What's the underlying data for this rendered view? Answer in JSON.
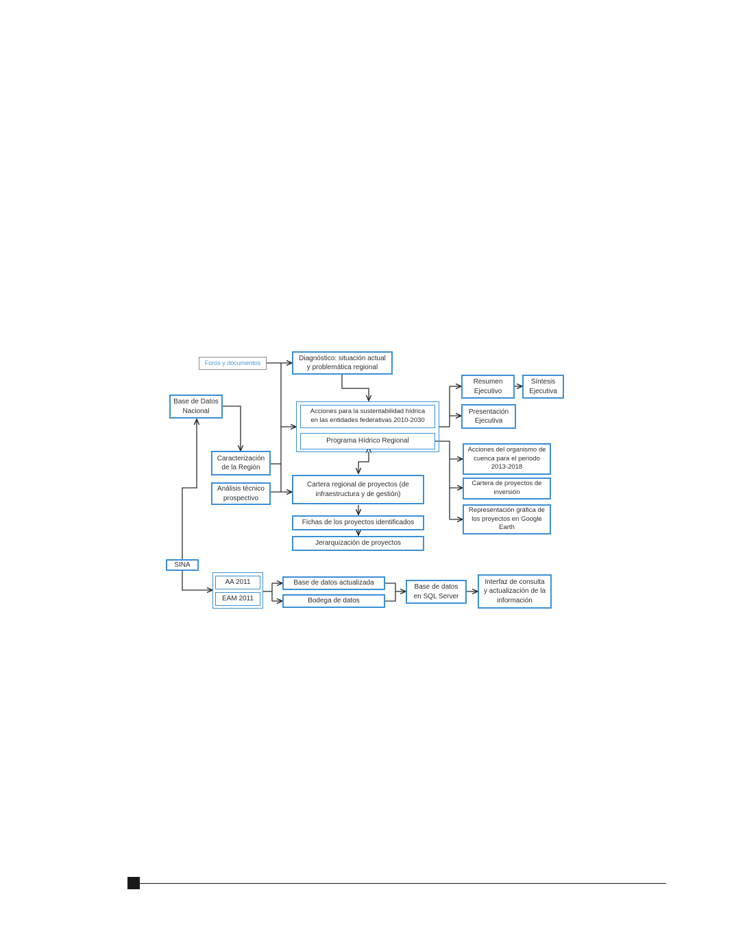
{
  "diagram": {
    "nodes": {
      "foros": "Foros y documentos",
      "diagnostico": "Diagnóstico: situación actual\ny problemática regional",
      "base_datos_nacional": "Base de Datos\nNacional",
      "acciones_sustentabilidad": "Acciones para la sustentabilidad hídrica\nen las entidades federativas 2010-2030",
      "programa_hidrico": "Programa Hídrico Regional",
      "resumen_ejecutivo": "Resumen\nEjecutivo",
      "sintesis_ejecutiva": "Síntesis\nEjecutiva",
      "presentacion_ejecutiva": "Presentación\nEjecutiva",
      "caracterizacion": "Caracterización\nde la Región",
      "analisis_tecnico": "Análisis técnico\nprospectivo",
      "cartera_regional": "Cartera regional de proyectos (de\ninfraestructura y de gestión)",
      "acciones_organismo": "Acciones del organismo de\ncuenca para el periodo\n2013-2018",
      "cartera_inversion": "Cartera de proyectos de\ninversión",
      "representacion_grafica": "Representación gráfica de\nlos proyectos en Google\nEarth",
      "fichas": "Fichas de los proyectos identificados",
      "jerarquizacion": "Jerarquización de proyectos",
      "sina": "SINA",
      "aa2011": "AA 2011",
      "eam2011": "EAM 2011",
      "base_actualizada": "Base de datos actualizada",
      "bodega": "Bodega de datos",
      "sql_server": "Base de datos\nen SQL Server",
      "interfaz": "Interfaz de consulta\ny actualización de la\ninformación"
    },
    "colors": {
      "box_border": "#3a8fd6",
      "line": "#2b2b2b",
      "grey_border": "#8a8a8a"
    }
  }
}
